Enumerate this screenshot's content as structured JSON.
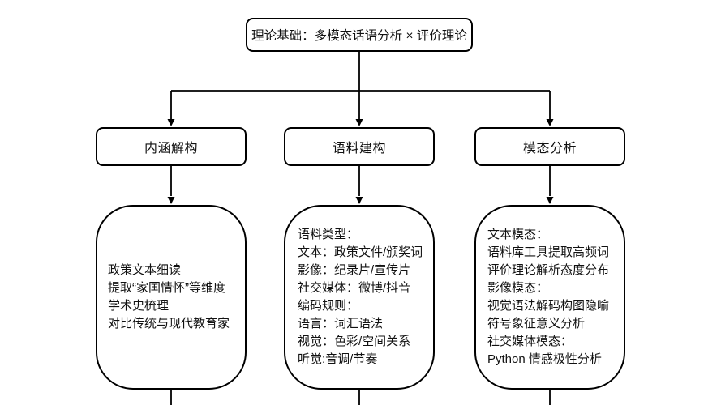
{
  "diagram": {
    "root": {
      "label": "理论基础：多模态话语分析 × 评价理论"
    },
    "branches": [
      {
        "label": "内涵解构",
        "detail_lines": [
          "政策文本细读",
          "提取“家国情怀”等维度",
          "学术史梳理",
          "对比传统与现代教育家"
        ]
      },
      {
        "label": "语料建构",
        "detail_lines": [
          "语料类型：",
          "文本：政策文件/颁奖词",
          "影像：纪录片/宣传片",
          "社交媒体：微博/抖音",
          "编码规则：",
          "语言：词汇语法",
          "视觉：色彩/空间关系",
          "听觉:音调/节奏"
        ]
      },
      {
        "label": "模态分析",
        "detail_lines": [
          "文本模态：",
          "语料库工具提取高频词",
          "评价理论解析态度分布",
          "影像模态：",
          "视觉语法解码构图隐喻",
          "符号象征意义分析",
          "社交媒体模态：",
          "Python 情感极性分析"
        ]
      }
    ],
    "colors": {
      "line": "#000000",
      "text": "#111111",
      "background": "#ffffff"
    }
  }
}
